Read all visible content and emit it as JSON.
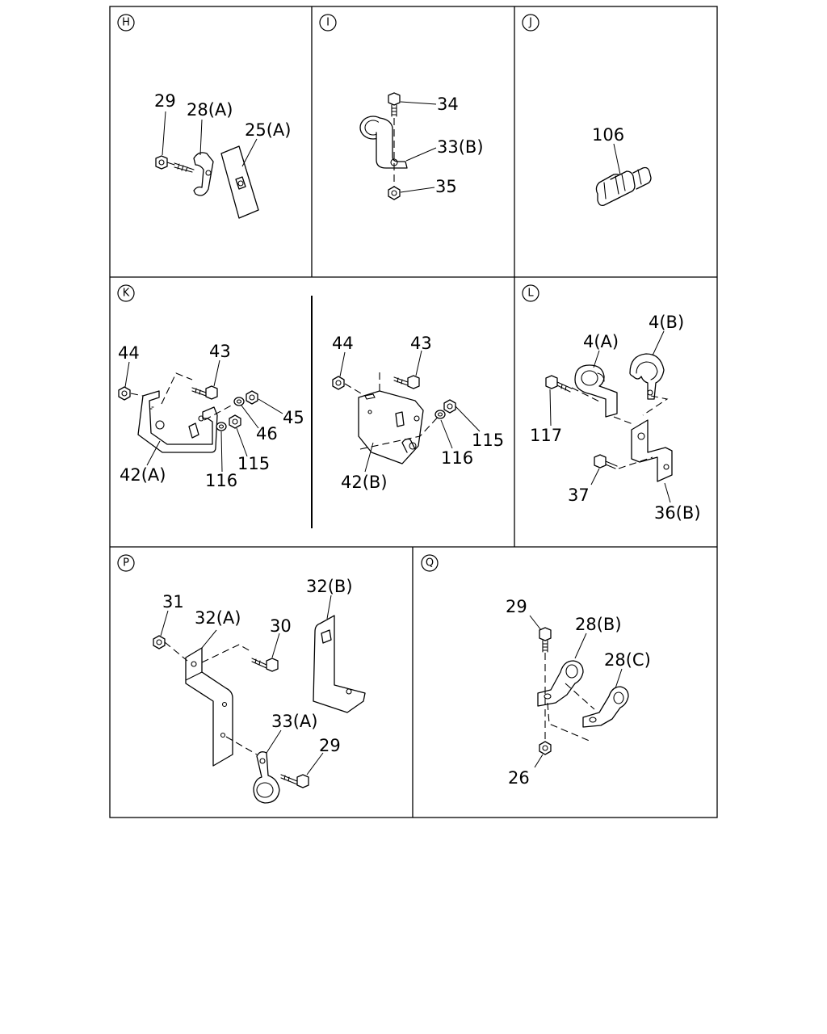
{
  "sections": {
    "H": "H",
    "I": "I",
    "J": "J",
    "K": "K",
    "L": "L",
    "P": "P",
    "Q": "Q"
  },
  "labels": {
    "h_29": "29",
    "h_28a": "28(A)",
    "h_25a": "25(A)",
    "i_34": "34",
    "i_33b": "33(B)",
    "i_35": "35",
    "j_106": "106",
    "k_44a": "44",
    "k_43a": "43",
    "k_45": "45",
    "k_46": "46",
    "k_115a": "115",
    "k_116a": "116",
    "k_42a": "42(A)",
    "k_44b": "44",
    "k_43b": "43",
    "k_115b": "115",
    "k_116b": "116",
    "k_42b": "42(B)",
    "l_4a": "4(A)",
    "l_4b": "4(B)",
    "l_117": "117",
    "l_37": "37",
    "l_36b": "36(B)",
    "p_31": "31",
    "p_32a": "32(A)",
    "p_30": "30",
    "p_32b": "32(B)",
    "p_33a": "33(A)",
    "p_29": "29",
    "q_29": "29",
    "q_28b": "28(B)",
    "q_28c": "28(C)",
    "q_26": "26"
  }
}
